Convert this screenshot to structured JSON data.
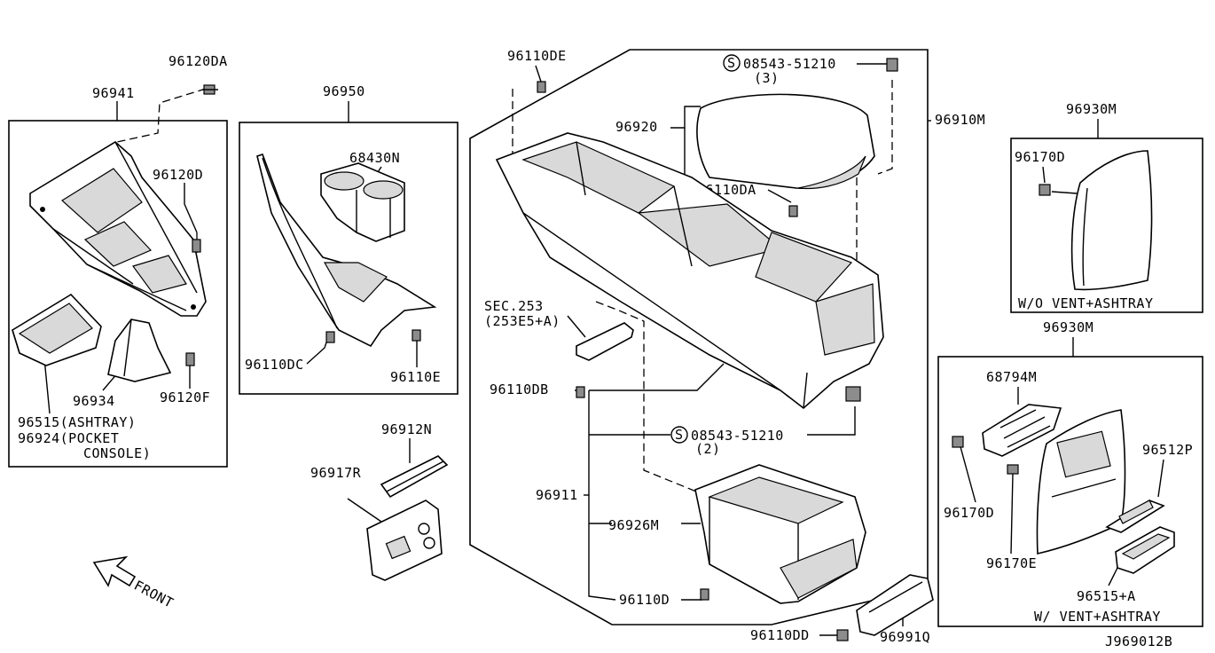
{
  "diagram": {
    "ref_code": "J969012B",
    "front_label": "FRONT",
    "boxes": {
      "left": {
        "top_label": "96941",
        "labels": [
          "96120DA",
          "96120D",
          "96934",
          "96120F",
          "96515(ASHTRAY)",
          "96924(POCKET",
          "CONSOLE)"
        ]
      },
      "mid": {
        "top_label": "96950",
        "labels": [
          "68430N",
          "96110DC",
          "96110E"
        ]
      },
      "console": {
        "top_label": "96910M",
        "labels": [
          "96110DE",
          "08543-51210",
          "(3)",
          "96920",
          "96110DA",
          "SEC.253",
          "(253E5+A)",
          "96110DB",
          "08543-51210",
          "(2)",
          "96911",
          "96926M",
          "96110D",
          "96110DD",
          "96991Q"
        ]
      },
      "right_top": {
        "top_label": "96930M",
        "labels": [
          "96170D",
          "W/O VENT+ASHTRAY"
        ]
      },
      "right_bottom": {
        "top_label": "96930M",
        "labels": [
          "68794M",
          "96512P",
          "96170D",
          "96170E",
          "96515+A",
          "W/ VENT+ASHTRAY"
        ]
      }
    },
    "loose_parts": [
      "96912N",
      "96917R"
    ]
  }
}
